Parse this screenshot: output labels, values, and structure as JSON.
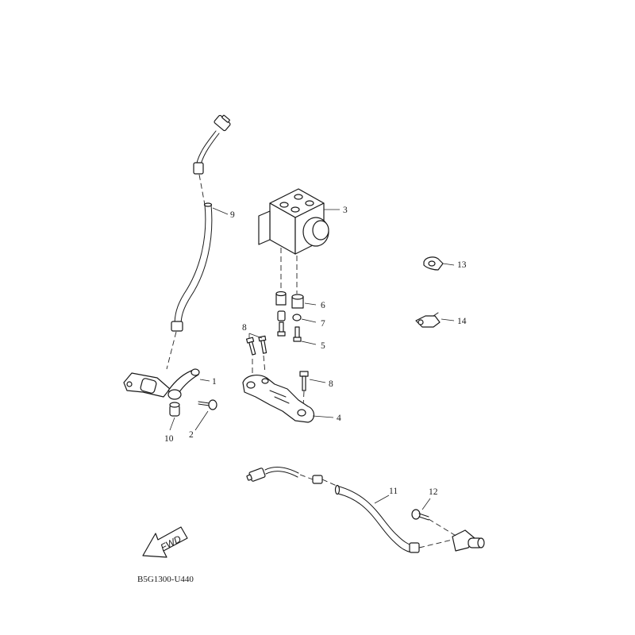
{
  "diagram": {
    "code": "B5G1300-U440",
    "fwd_label": "FWD"
  },
  "callouts": {
    "c1": "1",
    "c2": "2",
    "c3": "3",
    "c4": "4",
    "c5": "5",
    "c6": "6",
    "c7": "7",
    "c8a": "8",
    "c8b": "8",
    "c9": "9",
    "c10": "10",
    "c11": "11",
    "c12": "12",
    "c13": "13",
    "c14": "14"
  }
}
